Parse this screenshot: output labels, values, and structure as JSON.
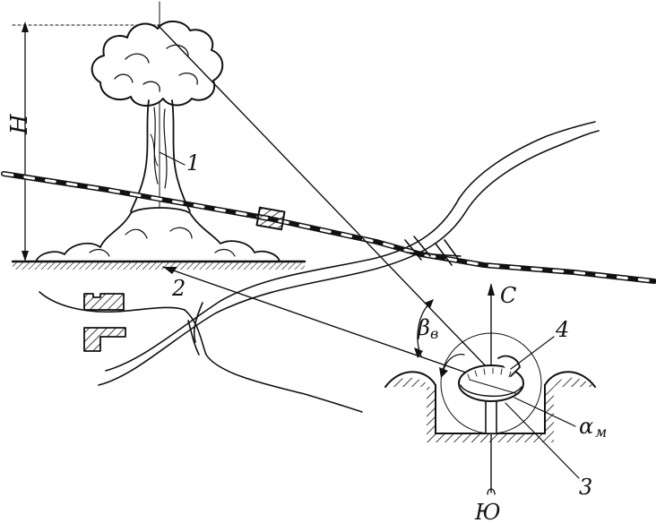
{
  "labels": {
    "height": "H",
    "marker_1": "1",
    "marker_2": "2",
    "marker_3": "3",
    "marker_4": "4",
    "north": "С",
    "south": "Ю",
    "beta_symbol": "β",
    "beta_sub": "в",
    "alpha_symbol": "α",
    "alpha_sub": "м"
  },
  "colors": {
    "ink": "#111111",
    "paper": "#ffffff"
  }
}
